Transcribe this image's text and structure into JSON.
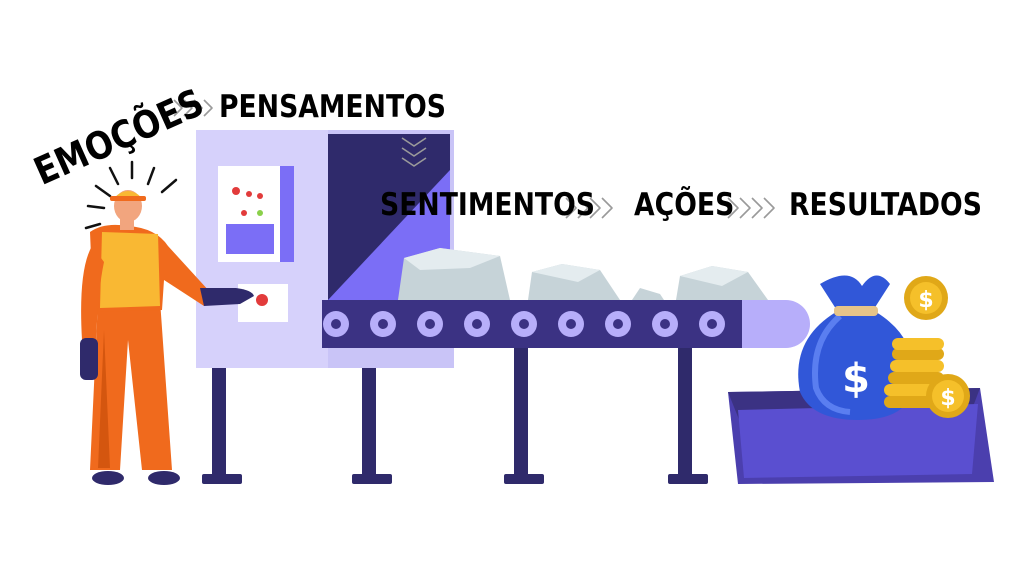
{
  "flow": {
    "start_word": "EMOÇÕES",
    "steps": [
      "PENSAMENTOS",
      "SENTIMENTOS",
      "AÇÕES",
      "RESULTADOS"
    ]
  },
  "colors": {
    "machine_panel": "#c9c4f7",
    "machine_dark": "#2f2a6b",
    "machine_purple": "#7b6ef6",
    "belt": "#3b3283",
    "belt_light": "#b7aefa",
    "rock": "#c6d3d8",
    "worker_orange": "#f06a1d",
    "worker_yellow": "#f9b833",
    "money_bag": "#3157d8",
    "coin": "#f5c02a",
    "bin": "#4b3fae"
  },
  "icons": [
    "chevrons-right-icon",
    "chevrons-down-icon",
    "dollar-icon",
    "helmet-icon"
  ]
}
